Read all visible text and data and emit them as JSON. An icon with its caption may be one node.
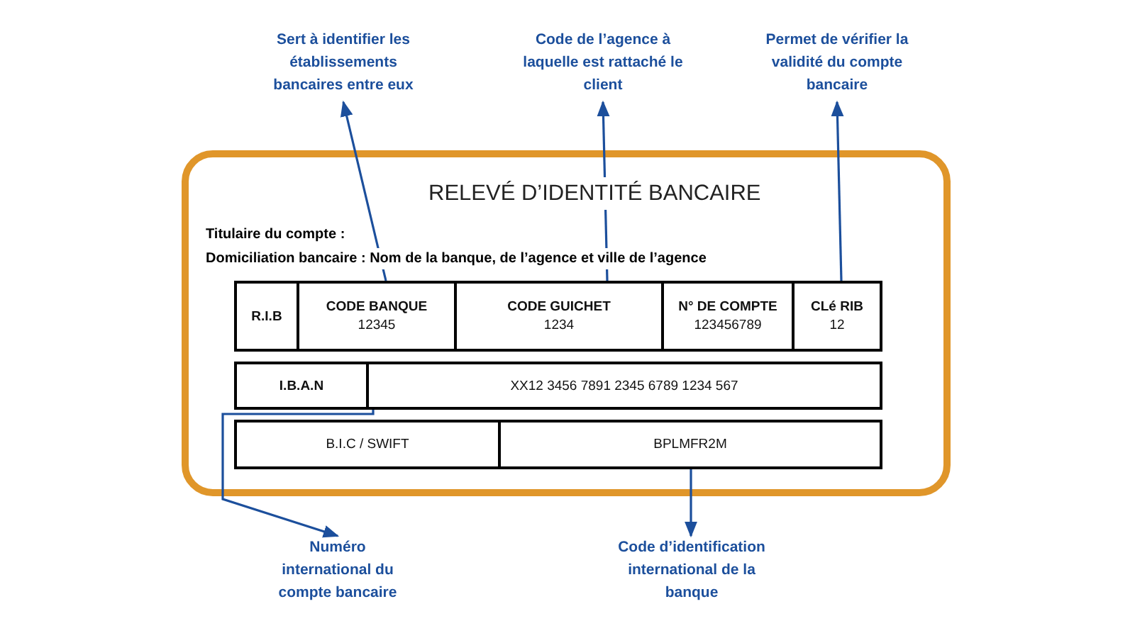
{
  "diagram": {
    "nodes": [
      {
        "text": [
          "RELEVÉ D’IDENTITÉ BANCAIRE",
          "Titulaire du compte :",
          "Domiciliation bancaire : Nom de la banque, de l’agence et ville de l’agence"
        ]
      },
      {
        "text": [
          "R.I.B"
        ],
        "in": 0
      },
      {
        "text": [
          "CODE BANQUE",
          "12345"
        ],
        "in": 0
      },
      {
        "text": [
          "CODE GUICHET",
          "1234"
        ],
        "in": 0
      },
      {
        "text": [
          "N° DE COMPTE",
          "123456789"
        ],
        "in": 0
      },
      {
        "text": [
          "CLé RIB",
          "12"
        ],
        "in": 0
      },
      {
        "text": [
          "I.B.A.N"
        ],
        "in": 0
      },
      {
        "text": [
          "XX12 3456 7891 2345 6789 1234 567"
        ],
        "in": 0
      },
      {
        "text": [
          "B.I.C / SWIFT"
        ],
        "in": 0
      },
      {
        "text": [
          "BPLMFR2M"
        ],
        "in": 0
      },
      {
        "text": [
          "Sert à identifier les établissements bancaires entre eux"
        ]
      },
      {
        "text": [
          "Code de l’agence à laquelle est rattaché le client"
        ]
      },
      {
        "text": [
          "Permet de vérifier la validité du compte bancaire"
        ]
      },
      {
        "text": [
          "Numéro international du compte bancaire"
        ]
      },
      {
        "text": [
          "Code d’identification international de la banque"
        ]
      }
    ],
    "edges": [
      {
        "from": 2,
        "to": 10,
        "arrow": "to"
      },
      {
        "from": 3,
        "to": 11,
        "arrow": "to"
      },
      {
        "from": 5,
        "to": 12,
        "arrow": "to"
      },
      {
        "from": 7,
        "to": 13,
        "arrow": "to"
      },
      {
        "from": 9,
        "to": 14,
        "arrow": "to"
      }
    ]
  }
}
